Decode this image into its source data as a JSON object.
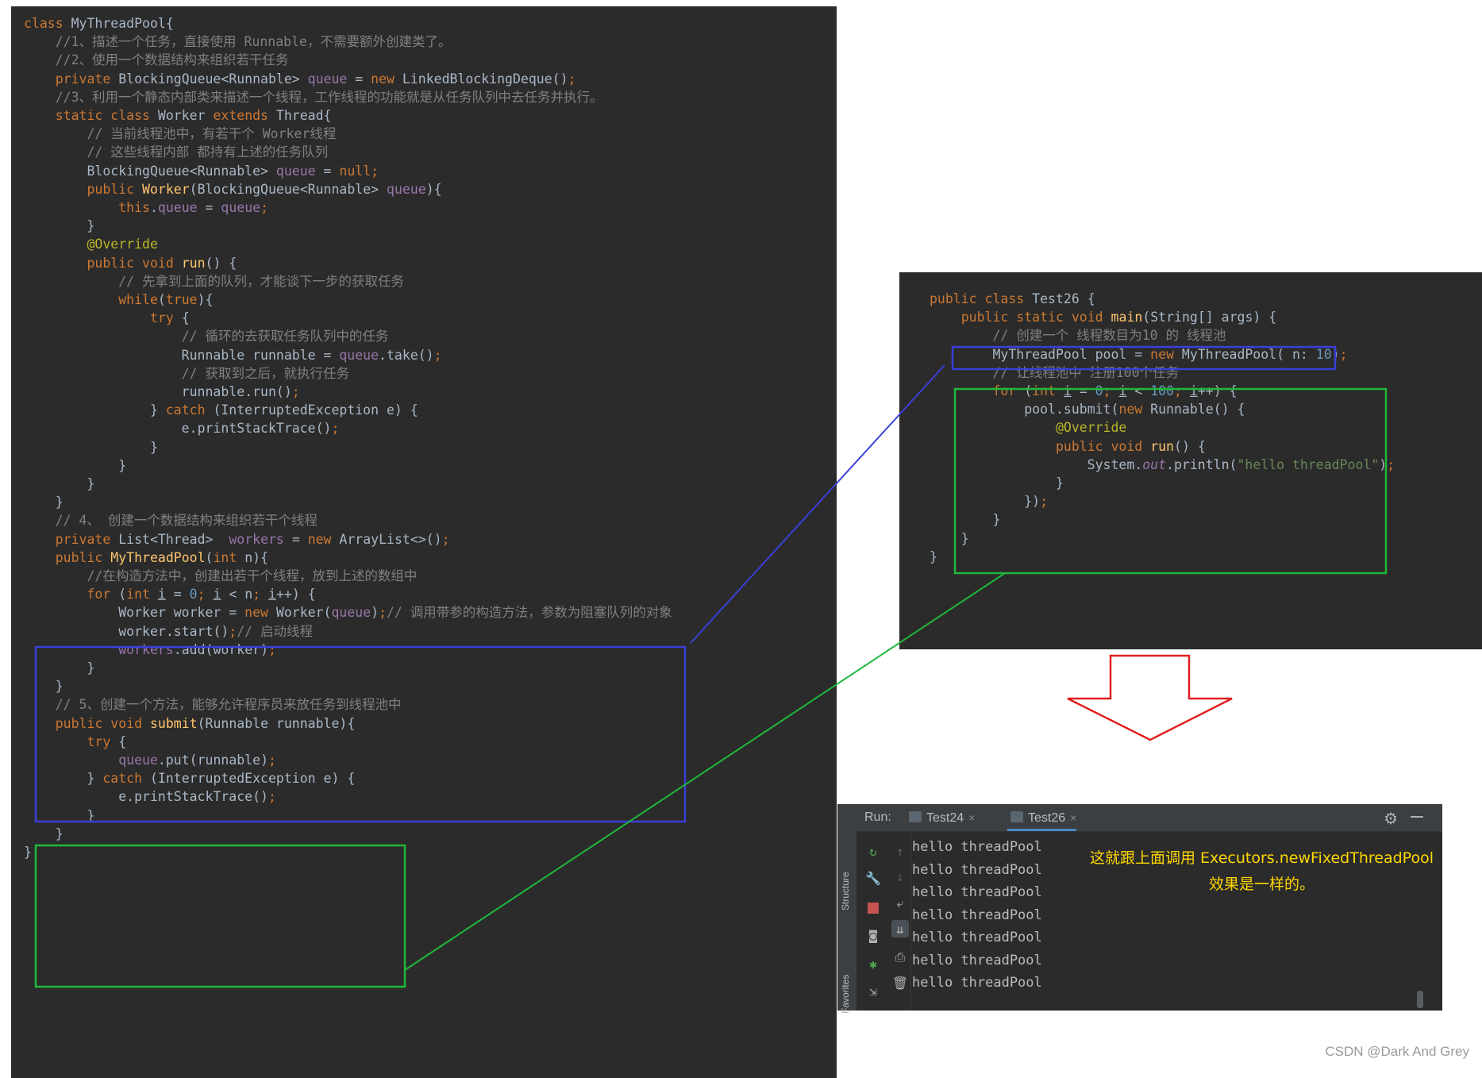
{
  "colors": {
    "editor_bg": "#2b2b2b",
    "blue_box": "#3b3fd8",
    "green_box": "#1fb83a",
    "red_arrow": "#e02020",
    "note_text": "#ffd700"
  },
  "left_code": [
    "class MyThreadPool{",
    "    //1、描述一个任务，直接使用 Runnable，不需要额外创建类了。",
    "    //2、使用一个数据结构来组织若干任务",
    "    private BlockingQueue<Runnable> queue = new LinkedBlockingDeque();",
    "    //3、利用一个静态内部类来描述一个线程，工作线程的功能就是从任务队列中去任务并执行。",
    "    static class Worker extends Thread{",
    "        // 当前线程池中，有若干个 Worker线程",
    "        // 这些线程内部 都持有上述的任务队列",
    "        BlockingQueue<Runnable> queue = null;",
    "        public Worker(BlockingQueue<Runnable> queue){",
    "            this.queue = queue;",
    "        }",
    "        @Override",
    "        public void run() {",
    "            // 先拿到上面的队列，才能谈下一步的获取任务",
    "            while(true){",
    "                try {",
    "                    // 循环的去获取任务队列中的任务",
    "                    Runnable runnable = queue.take();",
    "                    // 获取到之后，就执行任务",
    "                    runnable.run();",
    "                } catch (InterruptedException e) {",
    "                    e.printStackTrace();",
    "                }",
    "            }",
    "        }",
    "    }",
    "    // 4、 创建一个数据结构来组织若干个线程",
    "    private List<Thread>  workers = new ArrayList<>();",
    "    public MyThreadPool(int n){",
    "        //在构造方法中，创建出若干个线程，放到上述的数组中",
    "        for (int i = 0; i < n; i++) {",
    "            Worker worker = new Worker(queue);// 调用带参的构造方法，参数为阻塞队列的对象",
    "            worker.start();// 启动线程",
    "            workers.add(worker);",
    "        }",
    "    }",
    "    // 5、创建一个方法，能够允许程序员来放任务到线程池中",
    "    public void submit(Runnable runnable){",
    "        try {",
    "            queue.put(runnable);",
    "        } catch (InterruptedException e) {",
    "            e.printStackTrace();",
    "        }",
    "    }",
    "}"
  ],
  "right_code": [
    "public class Test26 {",
    "    public static void main(String[] args) {",
    "        // 创建一个 线程数目为10 的 线程池",
    "        MyThreadPool pool = new MyThreadPool( n: 10);",
    "        // 让线程池中 注册100个任务",
    "        for (int i = 0; i < 100; i++) {",
    "            pool.submit(new Runnable() {",
    "                @Override",
    "                public void run() {",
    "                    System.out.println(\"hello threadPool\");",
    "                }",
    "            });",
    "        }",
    "    }",
    "}"
  ],
  "run_panel": {
    "label": "Run:",
    "tabs": [
      {
        "label": "Test24",
        "close": "×"
      },
      {
        "label": "Test26",
        "close": "×"
      }
    ],
    "output": [
      "hello threadPool",
      "hello threadPool",
      "hello threadPool",
      "hello threadPool",
      "hello threadPool",
      "hello threadPool",
      "hello threadPool"
    ],
    "side_labels": {
      "structure": "Structure",
      "favorites": "Favorites"
    }
  },
  "note": {
    "line1": "这就跟上面调用 Executors.newFixedThreadPool",
    "line2": "效果是一样的。"
  },
  "watermark": "CSDN @Dark And Grey"
}
